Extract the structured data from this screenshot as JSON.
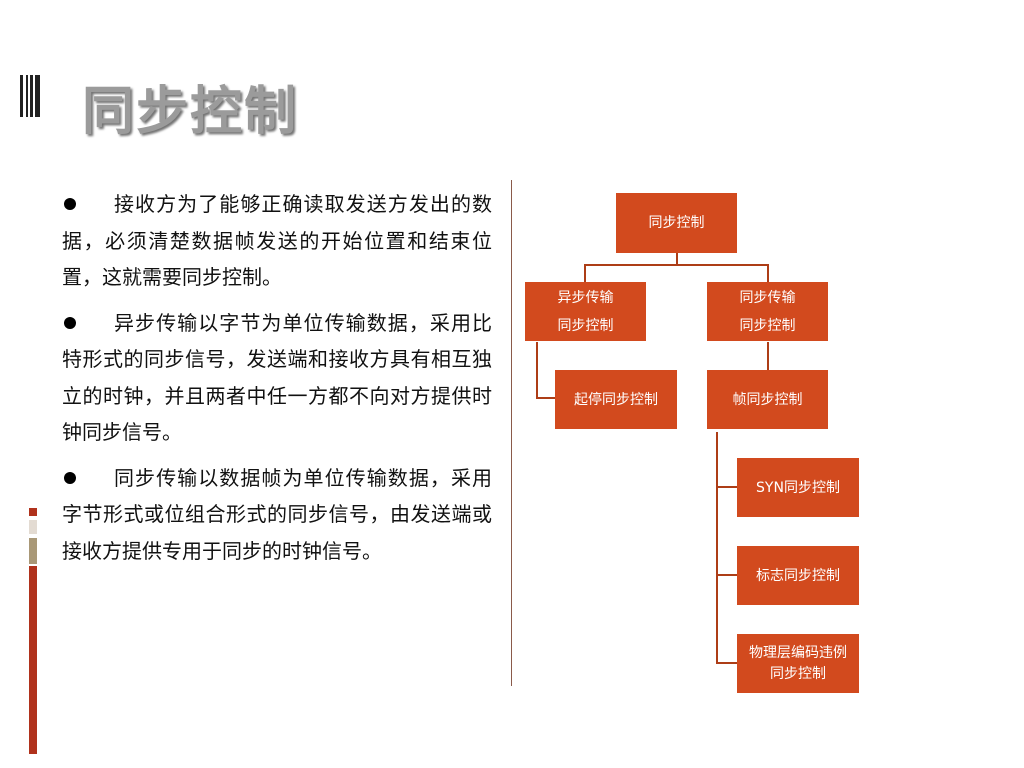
{
  "slide": {
    "title": "同步控制",
    "bullets": [
      "接收方为了能够正确读取发送方发出的数据，必须清楚数据帧发送的开始位置和结束位置，这就需要同步控制。",
      "异步传输以字节为单位传输数据，采用比特形式的同步信号，发送端和接收方具有相互独立的时钟，并且两者中任一方都不向对方提供时钟同步信号。",
      "同步传输以数据帧为单位传输数据，采用字节形式或位组合形式的同步信号，由发送端或接收方提供专用于同步的时钟信号。"
    ]
  },
  "diagram": {
    "root": "同步控制",
    "async_line1": "异步传输",
    "async_line2": "同步控制",
    "sync_line1": "同步传输",
    "sync_line2": "同步控制",
    "start_stop": "起停同步控制",
    "frame": "帧同步控制",
    "syn": "SYN同步控制",
    "flag": "标志同步控制",
    "phys_line1": "物理层编码违例",
    "phys_line2": "同步控制"
  },
  "colors": {
    "node_fill": "#d24a1e",
    "connector": "#ad3d17",
    "title_text": "#9b9b9b",
    "divider": "#8a5a4a"
  }
}
